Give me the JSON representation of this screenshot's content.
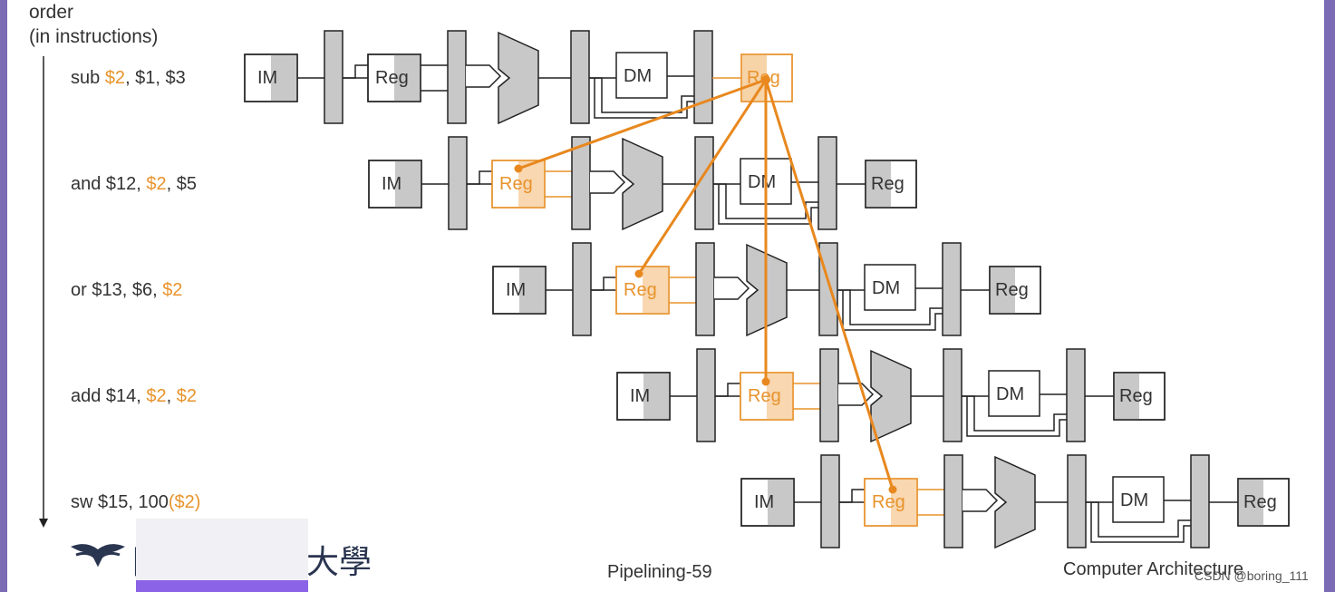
{
  "order_label": [
    "order",
    "(in instructions)"
  ],
  "instructions": [
    {
      "parts": [
        {
          "text": "sub ",
          "hl": false
        },
        {
          "text": "$2",
          "hl": true
        },
        {
          "text": ", $1, $3",
          "hl": false
        }
      ]
    },
    {
      "parts": [
        {
          "text": "and $12, ",
          "hl": false
        },
        {
          "text": "$2",
          "hl": true
        },
        {
          "text": ", $5",
          "hl": false
        }
      ]
    },
    {
      "parts": [
        {
          "text": "or $13, $6, ",
          "hl": false
        },
        {
          "text": "$2",
          "hl": true
        }
      ]
    },
    {
      "parts": [
        {
          "text": "add $14, ",
          "hl": false
        },
        {
          "text": "$2",
          "hl": true
        },
        {
          "text": ", ",
          "hl": false
        },
        {
          "text": "$2",
          "hl": true
        }
      ]
    },
    {
      "parts": [
        {
          "text": "sw $15, 100",
          "hl": false
        },
        {
          "text": "($2)",
          "hl": true
        }
      ]
    }
  ],
  "stage_labels": {
    "im": "IM",
    "reg": "Reg",
    "dm": "DM"
  },
  "footer": {
    "center": "Pipelining-59",
    "right": "Computer Architecture",
    "watermark": "CSDN @boring_111",
    "logo_chars": "國",
    "logo_chars_right": "大學"
  },
  "colors": {
    "highlight": "#e8932c",
    "forward_line": "#e8881e",
    "unit_gray": "#c8c8c8",
    "stroke": "#222222",
    "text": "#333333",
    "frame": "#7b6ab4"
  }
}
